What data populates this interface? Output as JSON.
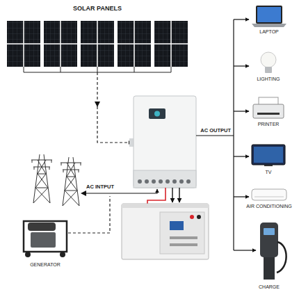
{
  "diagram": {
    "nodes": [
      {
        "text": [
          "SOLAR PANELS"
        ]
      },
      {
        "text": [
          "LAPTOP"
        ]
      },
      {
        "text": [
          "LIGHTING"
        ]
      },
      {
        "text": [
          "PRINTER"
        ]
      },
      {
        "text": [
          "TV"
        ]
      },
      {
        "text": [
          "AIR CONDITIONING"
        ]
      },
      {
        "text": [
          "GENERATOR"
        ]
      },
      {
        "text": [
          "CHARGE"
        ]
      }
    ],
    "labels": [
      "AC OUTPUT",
      "AC INTPUT"
    ]
  }
}
